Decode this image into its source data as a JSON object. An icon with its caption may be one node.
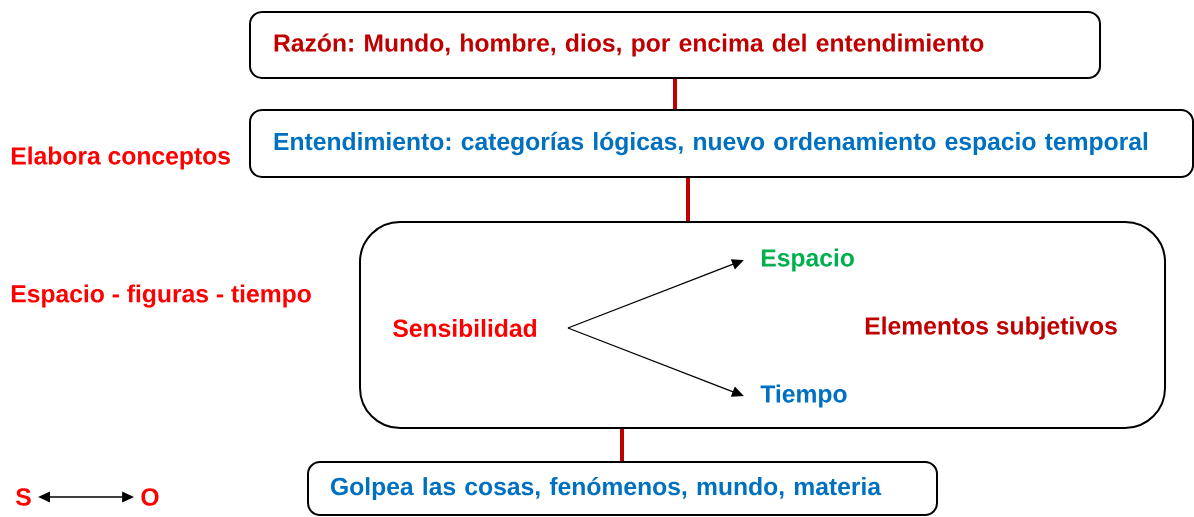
{
  "diagram": {
    "nodes": [
      {
        "text": [
          "Razón: Mundo, hombre, dios, por encima del entendimiento"
        ]
      },
      {
        "text": [
          "Entendimiento: categorías lógicas, nuevo ordenamiento espacio temporal"
        ]
      },
      {
        "text": [
          "Elementos subjetivos"
        ]
      },
      {
        "text": [
          "Sensibilidad"
        ],
        "in": 2
      },
      {
        "text": [
          "Espacio"
        ],
        "in": 2
      },
      {
        "text": [
          "Tiempo"
        ],
        "in": 2
      },
      {
        "text": [
          "Golpea las cosas, fenómenos, mundo, materia"
        ]
      },
      {
        "text": [
          "S"
        ]
      },
      {
        "text": [
          "O"
        ]
      }
    ],
    "edges": [
      {
        "from": 0,
        "to": 1,
        "arrow": "none",
        "style": "thick",
        "color": "#c00000"
      },
      {
        "from": 1,
        "to": 2,
        "arrow": "none",
        "style": "thick",
        "color": "#c00000"
      },
      {
        "from": 2,
        "to": 6,
        "arrow": "none",
        "style": "thick",
        "color": "#c00000"
      },
      {
        "from": 3,
        "to": 4,
        "arrow": "to",
        "color": "#000000"
      },
      {
        "from": 3,
        "to": 5,
        "arrow": "to",
        "color": "#000000"
      },
      {
        "from": 7,
        "to": 8,
        "arrow": "both",
        "color": "#000000"
      }
    ],
    "labels": [
      "Elabora conceptos",
      "Espacio - figuras - tiempo"
    ]
  }
}
